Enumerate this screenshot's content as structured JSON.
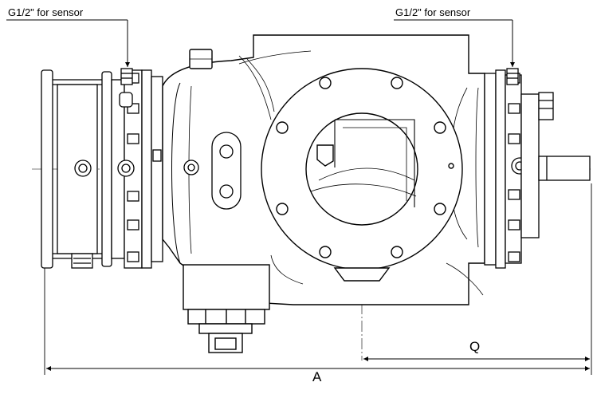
{
  "labels": {
    "sensor_left": "G1/2\" for sensor",
    "sensor_right": "G1/2\" for sensor",
    "dim_q": "Q",
    "dim_a": "A"
  }
}
